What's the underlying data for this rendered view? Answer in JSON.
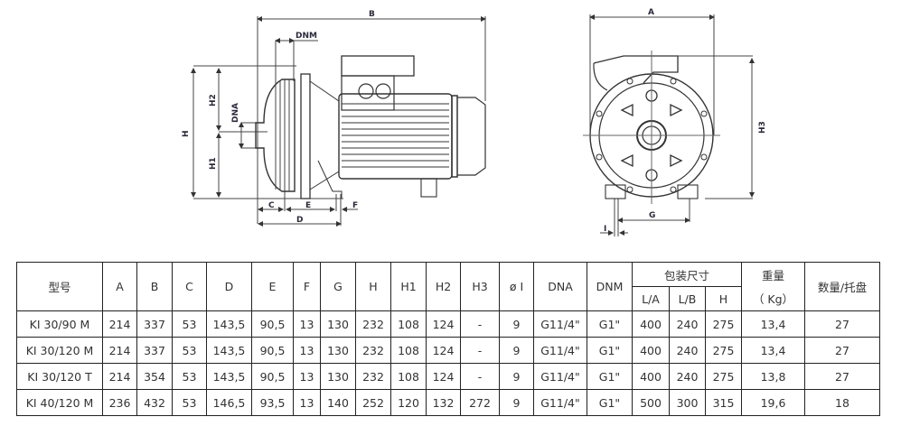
{
  "side_view": {
    "labels": {
      "B": "B",
      "DNM": "DNM",
      "H": "H",
      "H2": "H2",
      "H1": "H1",
      "DNA": "DNA",
      "C": "C",
      "E": "E",
      "F": "F",
      "D": "D"
    }
  },
  "front_view": {
    "labels": {
      "A": "A",
      "H3": "H3",
      "G": "G",
      "I": "I"
    }
  },
  "table": {
    "headers": {
      "model": "型号",
      "A": "A",
      "B": "B",
      "C": "C",
      "D": "D",
      "E": "E",
      "F": "F",
      "G": "G",
      "H": "H",
      "H1": "H1",
      "H2": "H2",
      "H3": "H3",
      "oI": "ø I",
      "DNA": "DNA",
      "DNM": "DNM",
      "packaging": "包装尺寸",
      "LA": "L/A",
      "LB": "L/B",
      "PH": "H",
      "weight": "重量",
      "weight_unit": "（  Kg）",
      "qty": "数量/托盘"
    },
    "rows": [
      {
        "model": "KI 30/90 M",
        "A": "214",
        "B": "337",
        "C": "53",
        "D": "143,5",
        "E": "90,5",
        "F": "13",
        "G": "130",
        "H": "232",
        "H1": "108",
        "H2": "124",
        "H3": "-",
        "oI": "9",
        "DNA": "G11/4\"",
        "DNM": "G1\"",
        "LA": "400",
        "LB": "240",
        "PH": "275",
        "weight": "13,4",
        "qty": "27"
      },
      {
        "model": "KI 30/120 M",
        "A": "214",
        "B": "337",
        "C": "53",
        "D": "143,5",
        "E": "90,5",
        "F": "13",
        "G": "130",
        "H": "232",
        "H1": "108",
        "H2": "124",
        "H3": "-",
        "oI": "9",
        "DNA": "G11/4\"",
        "DNM": "G1\"",
        "LA": "400",
        "LB": "240",
        "PH": "275",
        "weight": "13,4",
        "qty": "27"
      },
      {
        "model": "KI 30/120 T",
        "A": "214",
        "B": "354",
        "C": "53",
        "D": "143,5",
        "E": "90,5",
        "F": "13",
        "G": "130",
        "H": "232",
        "H1": "108",
        "H2": "124",
        "H3": "-",
        "oI": "9",
        "DNA": "G11/4\"",
        "DNM": "G1\"",
        "LA": "400",
        "LB": "240",
        "PH": "275",
        "weight": "13,8",
        "qty": "27"
      },
      {
        "model": "KI 40/120 M",
        "A": "236",
        "B": "432",
        "C": "53",
        "D": "146,5",
        "E": "93,5",
        "F": "13",
        "G": "140",
        "H": "252",
        "H1": "120",
        "H2": "132",
        "H3": "272",
        "oI": "9",
        "DNA": "G11/4\"",
        "DNM": "G1\"",
        "LA": "500",
        "LB": "300",
        "PH": "315",
        "weight": "19,6",
        "qty": "18"
      }
    ]
  }
}
